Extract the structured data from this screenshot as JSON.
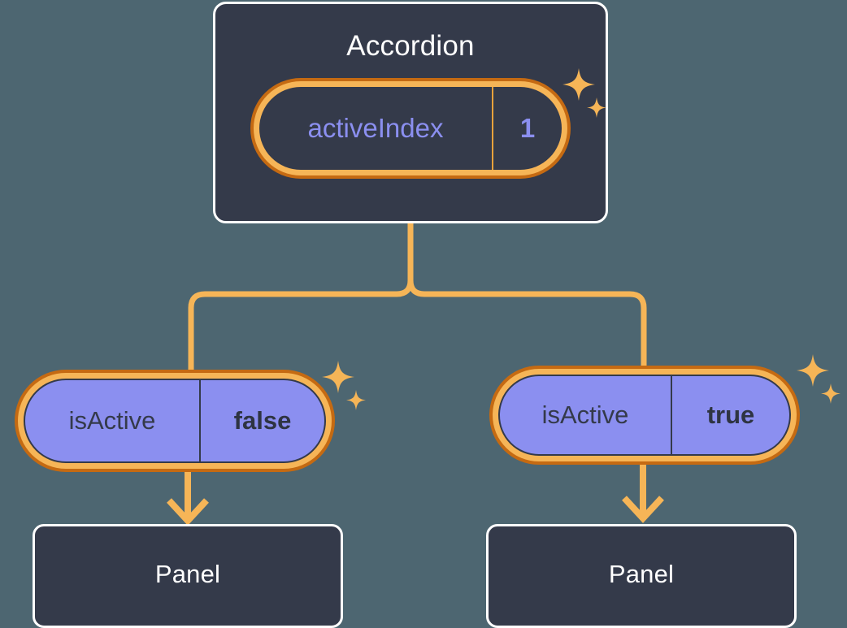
{
  "diagram": {
    "background_color": "#4d6671",
    "accent_color": "#f6b557",
    "outline_color": "#c56a12",
    "card_color": "#343a4a",
    "state_color": "#8b8ff0"
  },
  "root": {
    "title": "Accordion",
    "state": {
      "key": "activeIndex",
      "value": "1"
    }
  },
  "children": [
    {
      "state": {
        "key": "isActive",
        "value": "false"
      },
      "panel": {
        "title": "Panel"
      }
    },
    {
      "state": {
        "key": "isActive",
        "value": "true"
      },
      "panel": {
        "title": "Panel"
      }
    }
  ],
  "icons": {
    "sparkle_large": "sparkle-large-icon",
    "sparkle_small": "sparkle-small-icon",
    "arrow": "arrow-down-icon"
  }
}
